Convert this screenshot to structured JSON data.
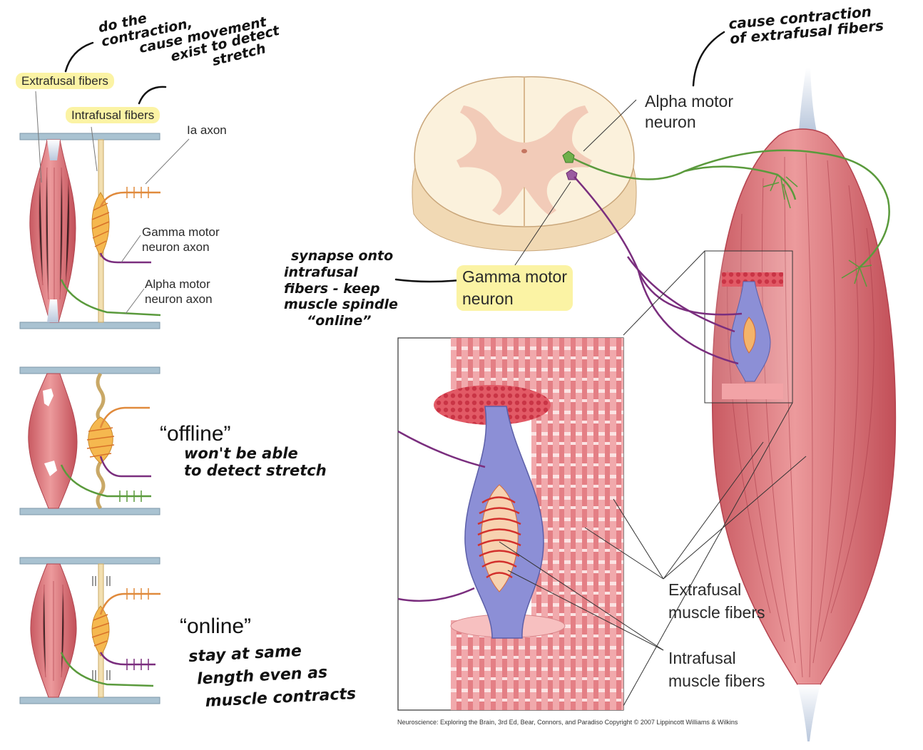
{
  "labels": {
    "extrafusal_fibers": "Extrafusal fibers",
    "intrafusal_fibers": "Intrafusal fibers",
    "ia_axon": "Ia axon",
    "gamma_axon_1": "Gamma motor",
    "gamma_axon_2": "neuron axon",
    "alpha_axon_1": "Alpha motor",
    "alpha_axon_2": "neuron axon",
    "offline": "“offline”",
    "online": "“online”",
    "alpha_motor_neuron_1": "Alpha motor",
    "alpha_motor_neuron_2": "neuron",
    "gamma_motor_neuron_1": "Gamma motor",
    "gamma_motor_neuron_2": "neuron",
    "extrafusal_muscle_1": "Extrafusal",
    "extrafusal_muscle_2": "muscle fibers",
    "intrafusal_muscle_1": "Intrafusal",
    "intrafusal_muscle_2": "muscle fibers"
  },
  "notes": {
    "extrafusal_1": "do the",
    "extrafusal_2": "contraction,",
    "extrafusal_3": "cause movement",
    "intrafusal_1": "exist to detect",
    "intrafusal_2": "stretch",
    "alpha_1": "cause contraction",
    "alpha_2": "of extrafusal fibers",
    "gamma_1": "synapse onto",
    "gamma_2": "intrafusal",
    "gamma_3": "fibers - keep",
    "gamma_4": "muscle spindle",
    "gamma_5": "“online”",
    "offline_1": "won't be able",
    "offline_2": "to detect stretch",
    "online_1": "stay at same",
    "online_2": "length even as",
    "online_3": "muscle contracts"
  },
  "credit": "Neuroscience: Exploring the Brain, 3rd Ed, Bear, Connors, and Paradiso Copyright © 2007 Lippincott Williams & Wilkins",
  "colors": {
    "muscle": "#e07c80",
    "muscle_dark": "#c4545c",
    "spindle": "#f4c06a",
    "nerve_ia": "#e08a3c",
    "nerve_gamma": "#7a2e7e",
    "nerve_alpha": "#5a9a3c",
    "plate": "#9fb8c8",
    "sheath": "#8c8fd6",
    "highlight": "#fbf3a4",
    "spinal_cord": "#fbf1dc",
    "grey_matter": "#f2cbb8"
  }
}
